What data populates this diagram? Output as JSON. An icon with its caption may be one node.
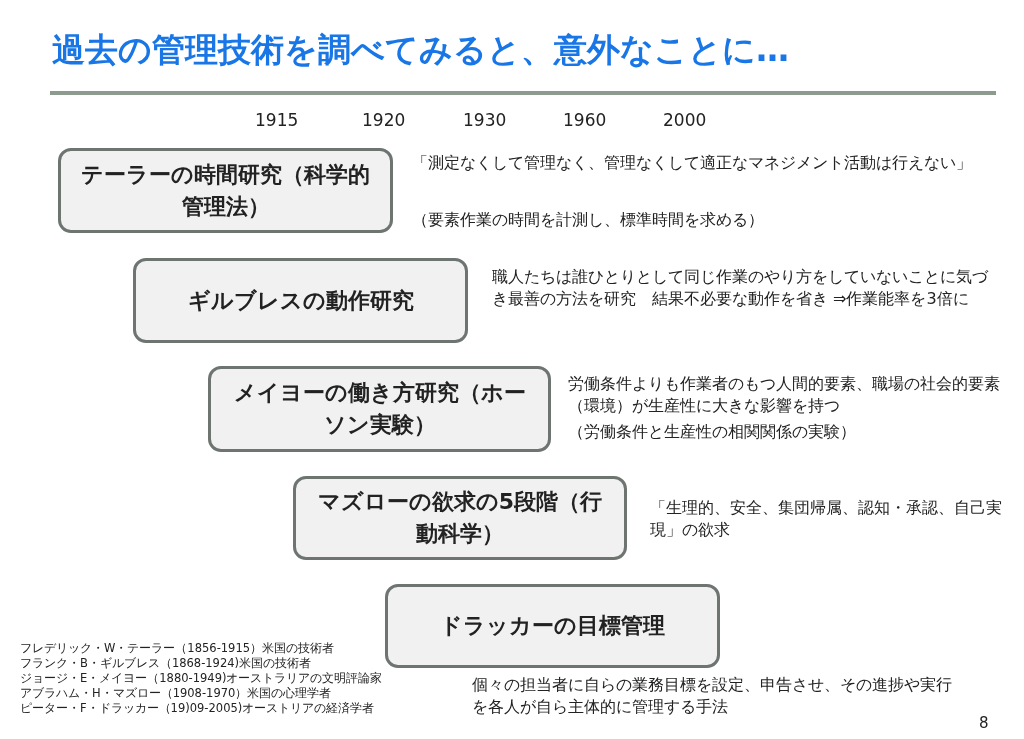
{
  "diagram": {
    "title": "過去の管理技術を調べてみると、意外なことに…",
    "nodes": [
      {
        "text": [
          "テーラーの時間研究（科学的管理法）"
        ],
        "beside": [
          "「測定なくして管理なく、管理なくして適正なマネジメント活動は行えない」",
          "（要素作業の時間を計測し、標準時間を求める）"
        ]
      },
      {
        "text": [
          "ギルブレスの動作研究"
        ],
        "beside": [
          "職人たちは誰ひとりとして同じ作業のやり方をしていないことに気づき最善の方法を研究　結果不必要な動作を省き ⇒作業能率を3倍に"
        ]
      },
      {
        "text": [
          "メイヨーの働き方研究（ホーソン実験）"
        ],
        "beside": [
          "労働条件よりも作業者のもつ人間的要素、職場の社会的要素（環境）が生産性に大きな影響を持つ",
          "（労働条件と生産性の相関関係の実験）"
        ]
      },
      {
        "text": [
          "マズローの欲求の5段階（行動科学）"
        ],
        "beside": [
          "「生理的、安全、集団帰属、認知・承認、自己実現」の欲求"
        ]
      },
      {
        "text": [
          "ドラッカーの目標管理"
        ],
        "beside": [
          "個々の担当者に自らの業務目標を設定、申告させ、その進捗や実行を各人が自ら主体的に管理する手法"
        ]
      }
    ],
    "labels": [
      "1915",
      "1920",
      "1930",
      "1960",
      "2000",
      "フレデリック・W・テーラー（1856-1915）米国の技術者",
      "フランク・B・ギルブレス（1868-1924)米国の技術者",
      "ジョージ・E・メイヨー（1880-1949)オーストラリアの文明評論家",
      "アブラハム・H・マズロー（1908-1970）米国の心理学者",
      "ピーター・F・ドラッカー（19)09-2005)オーストリアの経済学者",
      "8"
    ]
  }
}
